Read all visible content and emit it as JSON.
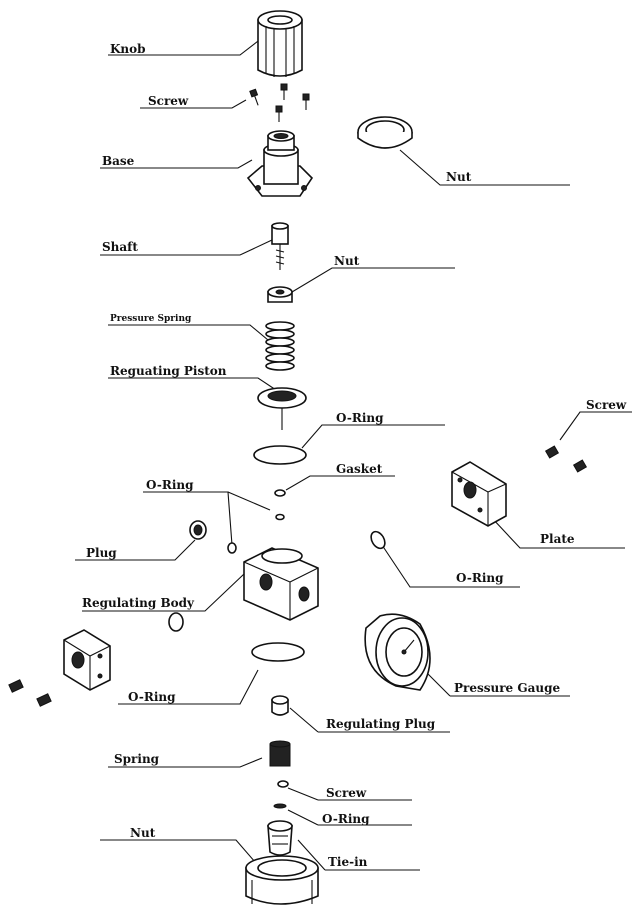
{
  "diagram": {
    "labels": {
      "knob": "Knob",
      "screw_top": "Screw",
      "base": "Base",
      "nut_right": "Nut",
      "shaft": "Shaft",
      "nut_small": "Nut",
      "pressure_spring": "Pressure Spring",
      "regulating_piston": "Reguating Piston",
      "oring_piston": "O-Ring",
      "gasket": "Gasket",
      "screw_right": "Screw",
      "oring_left": "O-Ring",
      "plate": "Plate",
      "plug": "Plug",
      "oring_right": "O-Ring",
      "regulating_body": "Regulating Body",
      "oring_bottom": "O-Ring",
      "pressure_gauge": "Pressure Gauge",
      "regulating_plug": "Regulating Plug",
      "spring": "Spring",
      "screw_bottom": "Screw",
      "oring_tiein": "O-Ring",
      "tie_in": "Tie-in",
      "nut_bottom": "Nut"
    }
  }
}
